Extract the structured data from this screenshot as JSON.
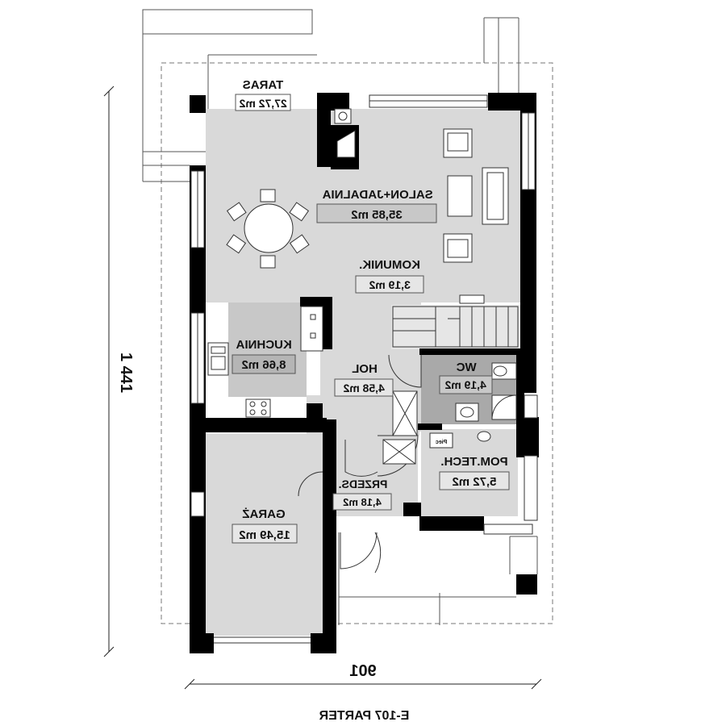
{
  "colors": {
    "wall": "#000000",
    "room_fill": "#d9d9d9",
    "box_fill": "#c8c8c8",
    "line": "#333333",
    "dash": "#777777"
  },
  "rooms": [
    {
      "name": "TARAS",
      "area": "27,72 m2"
    },
    {
      "name": "SALON+JADALNIA",
      "area": "35,85 m2"
    },
    {
      "name": "KOMUNIK.",
      "area": "3,19 m2"
    },
    {
      "name": "KUCHNIA",
      "area": "8,66 m2"
    },
    {
      "name": "HOL",
      "area": "4,58 m2"
    },
    {
      "name": "WC",
      "area": "4,19 m2"
    },
    {
      "name": "POM.TECH.",
      "area": "5,72 m2"
    },
    {
      "name": "PRZEDS.",
      "area": "4,18 m2"
    },
    {
      "name": "GARAŻ",
      "area": "15,49 m2"
    }
  ],
  "appliances": {
    "stove_label": "Piec"
  },
  "dimensions": {
    "width": "901",
    "length": "1 441"
  },
  "caption": "E-107 PARTER"
}
